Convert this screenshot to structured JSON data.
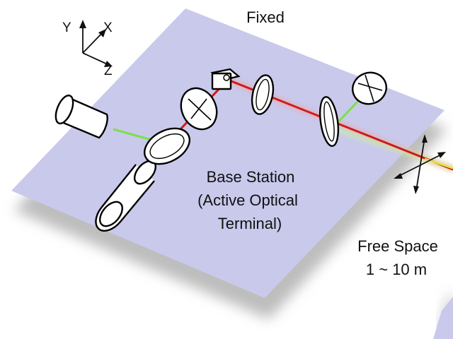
{
  "title": "Fixed",
  "axes": {
    "y_label": "Y",
    "x_label": "X",
    "z_label": "Z"
  },
  "base_station": {
    "line1": "Base Station",
    "line2": "(Active Optical",
    "line3": "Terminal)"
  },
  "free_space": {
    "line1": "Free Space",
    "line2": "1 ~ 10 m"
  },
  "colors": {
    "platform": "#c9c9ec",
    "shadow": "#bdbdbd",
    "red_beam": "#d01a1a",
    "green_beam": "#7be049",
    "yellow_beam": "#e9e24a"
  }
}
